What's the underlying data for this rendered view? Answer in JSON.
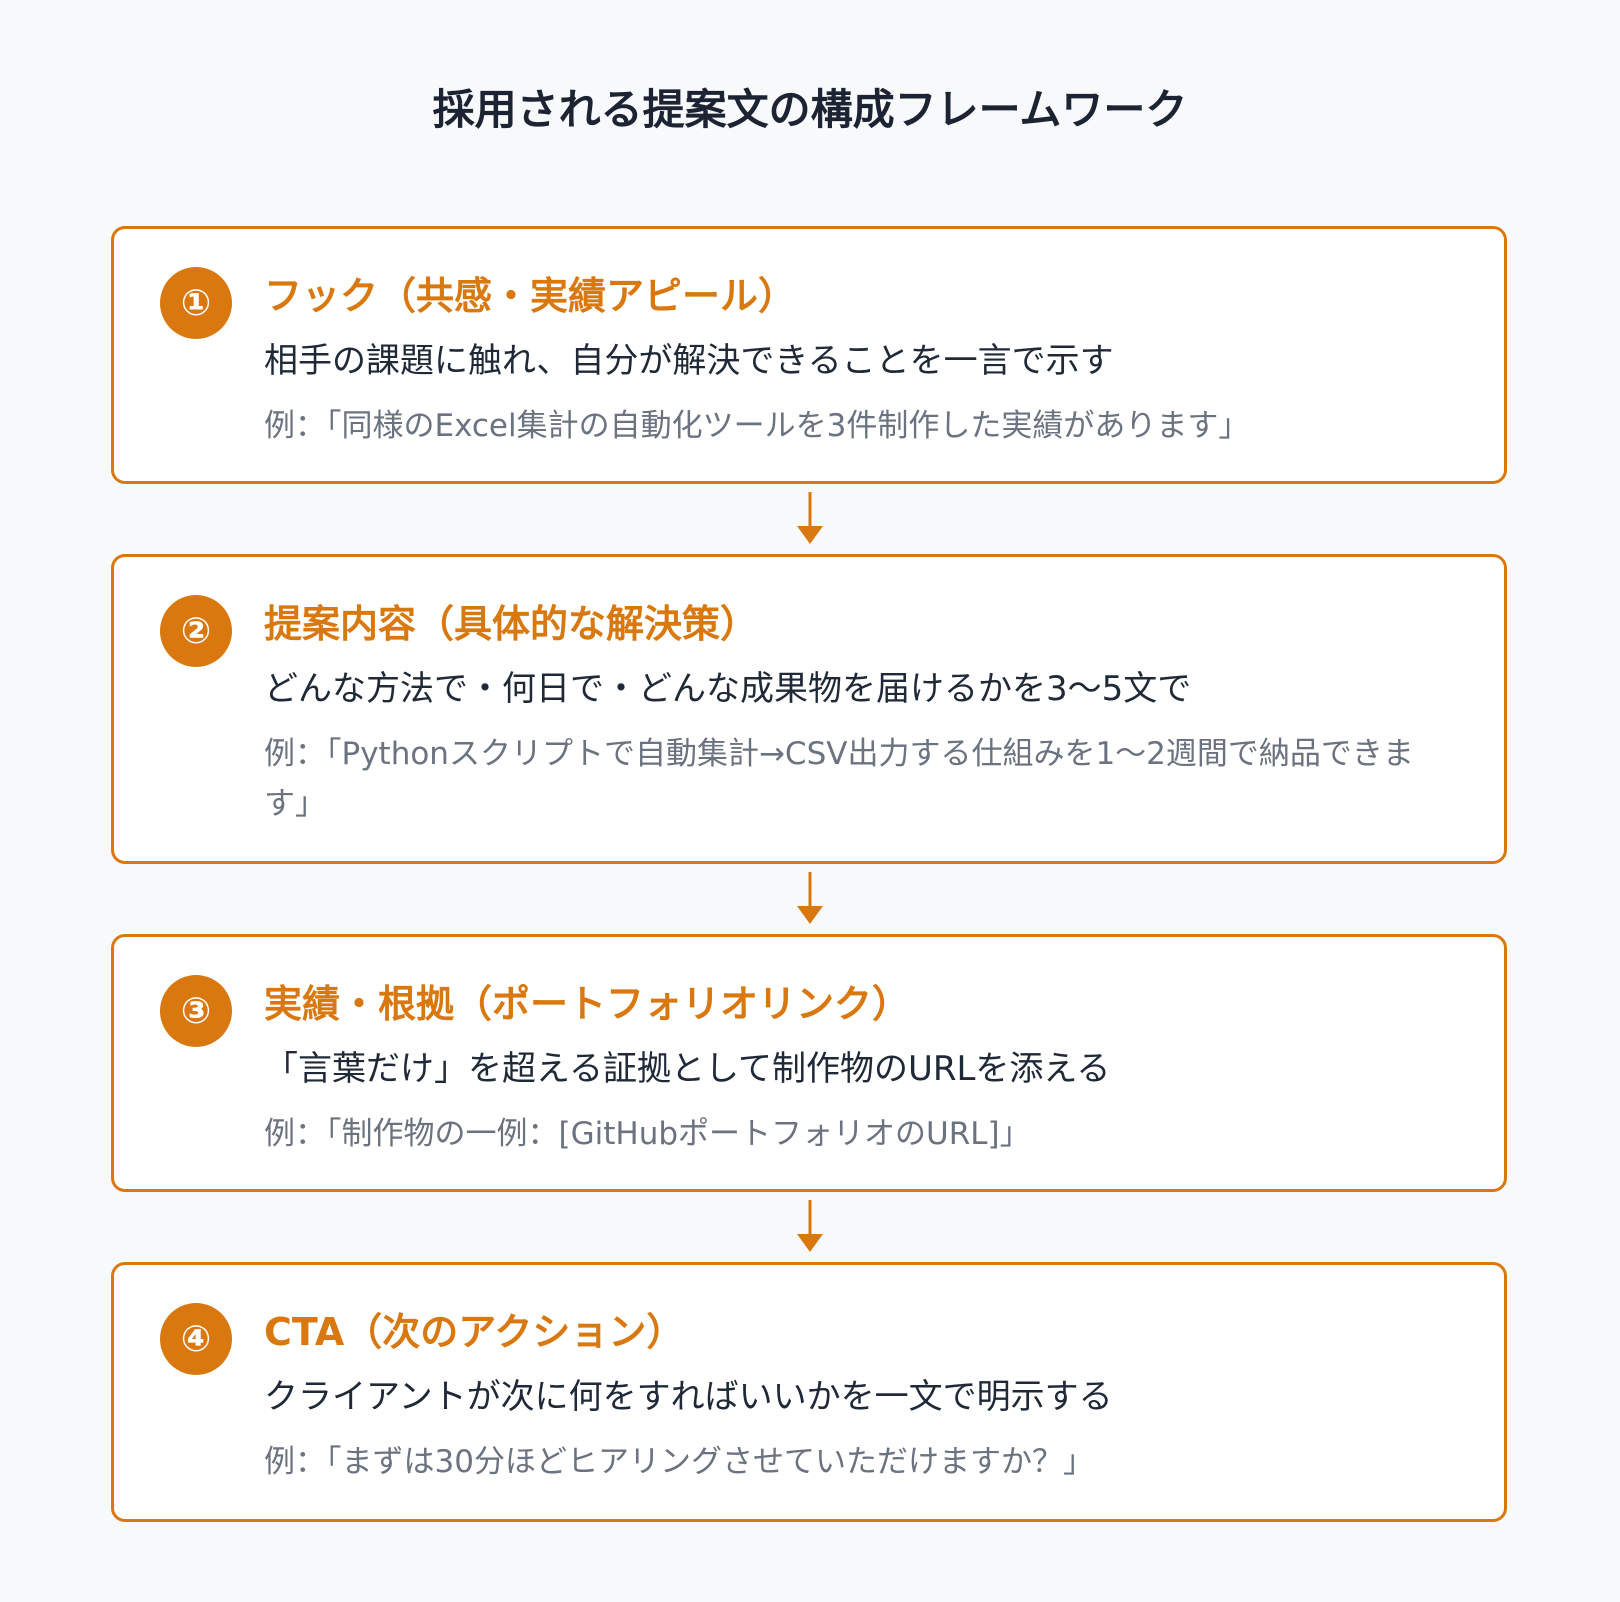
{
  "title": "採用される提案文の構成フレームワーク",
  "steps": [
    {
      "number": "①",
      "heading": "フック（共感・実績アピール）",
      "description": "相手の課題に触れ、自分が解決できることを一言で示す",
      "example": "例：「同様のExcel集計の自動化ツールを3件制作した実績があります」"
    },
    {
      "number": "②",
      "heading": "提案内容（具体的な解決策）",
      "description": "どんな方法で・何日で・どんな成果物を届けるかを3〜5文で",
      "example": "例：「Pythonスクリプトで自動集計→CSV出力する仕組みを1〜2週間で納品できます」"
    },
    {
      "number": "③",
      "heading": "実績・根拠（ポートフォリオリンク）",
      "description": "「言葉だけ」を超える証拠として制作物のURLを添える",
      "example": "例：「制作物の一例：[GitHubポートフォリオのURL]」"
    },
    {
      "number": "④",
      "heading": "CTA（次のアクション）",
      "description": "クライアントが次に何をすればいいかを一文で明示する",
      "example": "例：「まずは30分ほどヒアリングさせていただけますか？」"
    }
  ],
  "colors": {
    "accent": "#d9780f",
    "title": "#1c2333",
    "description": "#1f2937",
    "example": "#6b7280",
    "background": "#f8f9fb"
  }
}
